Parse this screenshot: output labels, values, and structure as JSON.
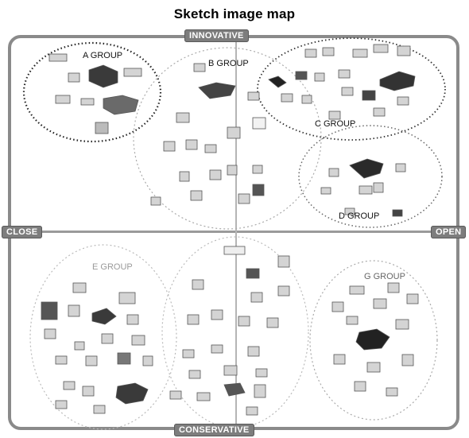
{
  "title": "Sketch image map",
  "axes": {
    "top": "INNOVATIVE",
    "bottom": "CONSERVATIVE",
    "left": "CLOSE",
    "right": "OPEN"
  },
  "groups": [
    {
      "id": "a",
      "label": "A GROUP"
    },
    {
      "id": "b",
      "label": "B GROUP"
    },
    {
      "id": "c",
      "label": "C GROUP"
    },
    {
      "id": "d",
      "label": "D GROUP"
    },
    {
      "id": "e",
      "label": "E GROUP"
    },
    {
      "id": "f",
      "label": ""
    },
    {
      "id": "g",
      "label": "G GROUP"
    }
  ],
  "colors": {
    "frame": "#8a8a8a",
    "axis_pill": "#7d7d7d",
    "group_outline_dark": "#222222",
    "group_outline_light": "#b0b0b0"
  }
}
